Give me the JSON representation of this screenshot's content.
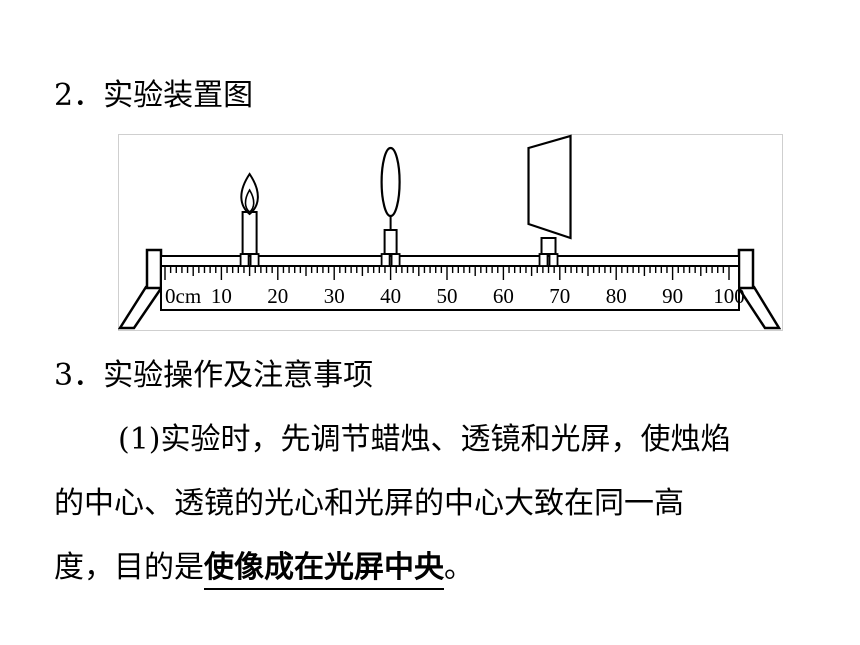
{
  "section2": {
    "number": "2．",
    "title": "实验装置图"
  },
  "section3": {
    "number": "3．",
    "title": "实验操作及注意事项"
  },
  "paragraph": {
    "line1": "(1)实验时，先调节蜡烛、透镜和光屏，使烛焰",
    "line2": "的中心、透镜的光心和光屏的中心大致在同一高",
    "line3_prefix": "度，目的是",
    "answer": "使像成在光屏中央",
    "line3_suffix": "。"
  },
  "ruler": {
    "labels": [
      "0cm",
      "10",
      "20",
      "30",
      "40",
      "50",
      "60",
      "70",
      "80",
      "90",
      "100"
    ],
    "min": 0,
    "max": 100
  },
  "apparatus": {
    "candle_position_cm": 15,
    "lens_position_cm": 40,
    "screen_position_cm": 68
  }
}
